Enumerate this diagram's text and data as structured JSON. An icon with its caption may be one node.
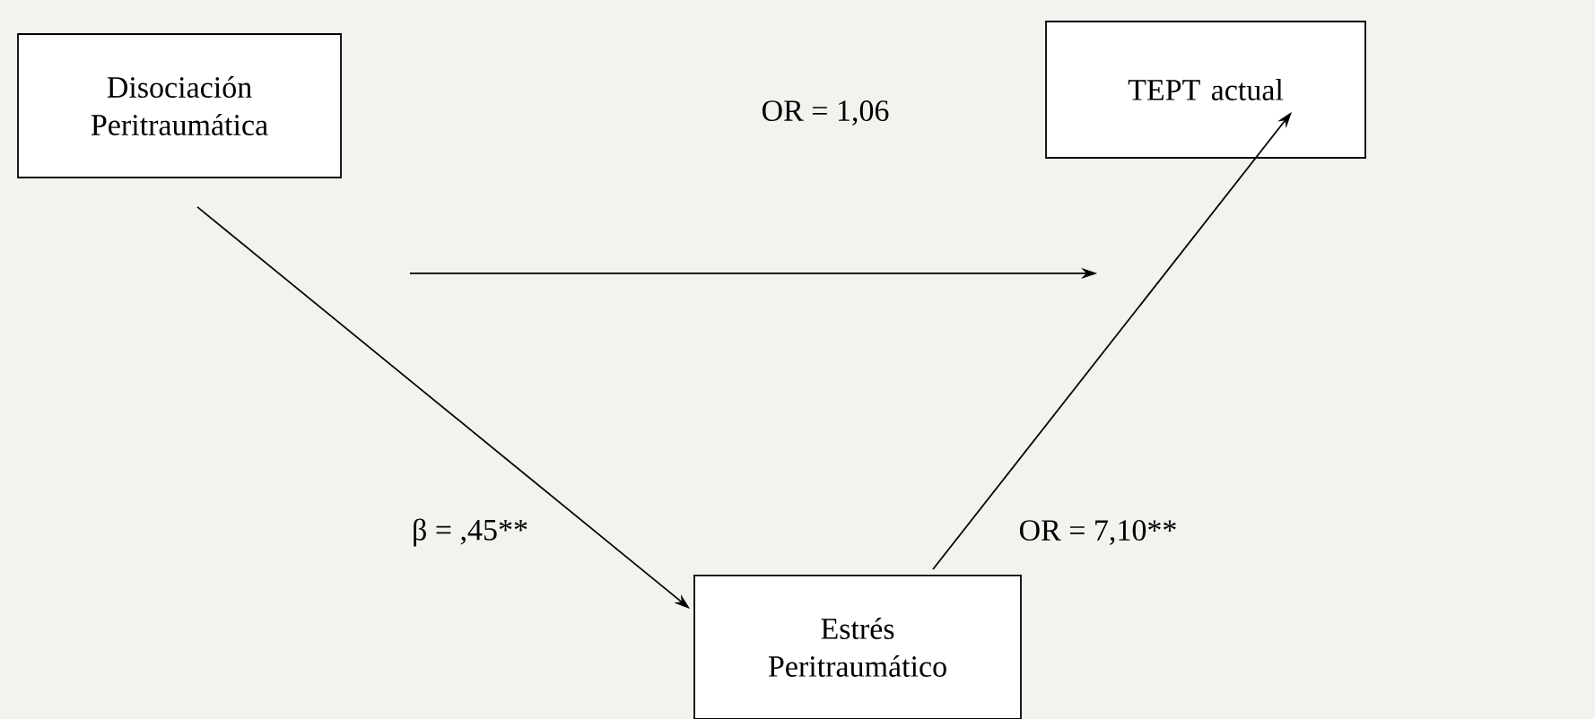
{
  "diagram": {
    "nodes": [
      {
        "text": [
          "Disociación Peritraumática"
        ]
      },
      {
        "text": [
          "TEPT actual"
        ]
      },
      {
        "text": [
          "Estrés Peritraumático"
        ]
      }
    ],
    "edges": [
      {
        "from": 0,
        "to": 1,
        "arrow": "to",
        "label": "OR = 1,06"
      },
      {
        "from": 0,
        "to": 2,
        "arrow": "to",
        "label": "β = ,45**"
      },
      {
        "from": 2,
        "to": 1,
        "arrow": "to",
        "label": "OR = 7,10**"
      }
    ]
  }
}
